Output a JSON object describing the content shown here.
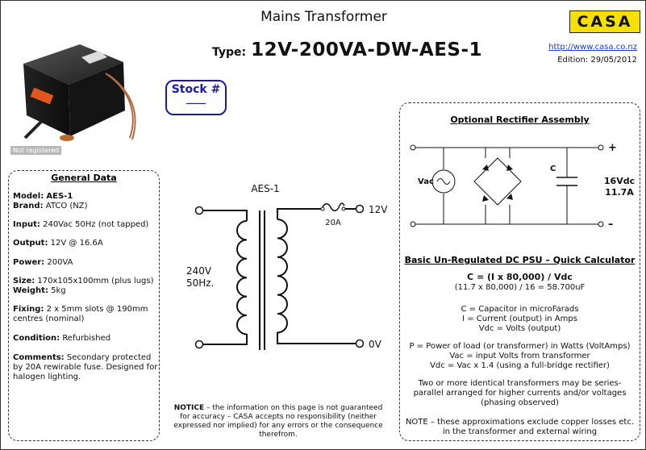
{
  "header": {
    "title": "Mains Transformer",
    "type_label": "Type:",
    "type_value": "12V-200VA-DW-AES-1",
    "logo": "CASA",
    "url": "http://www.casa.co.nz",
    "edition": "Edition: 29/05/2012"
  },
  "photo": {
    "watermark": "Not registered"
  },
  "stock": {
    "label": "Stock #",
    "value": "____"
  },
  "general": {
    "title": "General Data",
    "model_label": "Model:",
    "model_value": "AES-1",
    "brand_label": "Brand:",
    "brand_value": "ATCO (NZ)",
    "input_label": "Input:",
    "input_value": "240Vac 50Hz (not tapped)",
    "output_label": "Output:",
    "output_value": "12V @ 16.6A",
    "power_label": "Power:",
    "power_value": "200VA",
    "size_label": "Size:",
    "size_value": "170x105x100mm (plus lugs)",
    "weight_label": "Weight:",
    "weight_value": "5kg",
    "fixing_label": "Fixing:",
    "fixing_value": "2 x 5mm slots @ 190mm centres (nominal)",
    "condition_label": "Condition:",
    "condition_value": "Refurbished",
    "comments_label": "Comments:",
    "comments_value": "Secondary protected by 20A rewirable fuse. Designed for halogen lighting."
  },
  "diagram": {
    "name": "AES-1",
    "primary_line1": "240V",
    "primary_line2": "50Hz.",
    "fuse": "20A",
    "out_top": "12V",
    "out_bottom": "0V"
  },
  "rectifier": {
    "title": "Optional Rectifier Assembly",
    "vac": "Vac",
    "cap": "C",
    "plus": "+",
    "minus": "–",
    "out_v": "16Vdc",
    "out_a": "11.7A"
  },
  "calc": {
    "title": "Basic Un-Regulated DC PSU – Quick Calculator",
    "formula": "C = (I x 80,000) / Vdc",
    "example": "(11.7 x 80,000) / 16 = 58.700uF",
    "def1": "C = Capacitor in microFarads",
    "def2": "I = Current (output) in Amps",
    "def3": "Vdc = Volts (output)",
    "p1": "P = Power of load (or transformer) in Watts (VoltAmps)",
    "p2": "Vac = input Volts from transformer",
    "p3": "Vdc = Vac x 1.4 (using a full-bridge rectifier)",
    "s1": "Two or more identical transformers may be series-",
    "s2": "parallel arranged for higher currents and/or voltages",
    "s3": "(phasing observed)",
    "n1": "NOTE – these approximations exclude copper losses etc.",
    "n2": "in the transformer and external wiring"
  },
  "notice": {
    "label": "NOTICE",
    "text": " – the information on this page is not guaranteed for accuracy – CASA accepts no responsibility (neither expressed nor implied) for any errors or the consequence therefrom."
  }
}
